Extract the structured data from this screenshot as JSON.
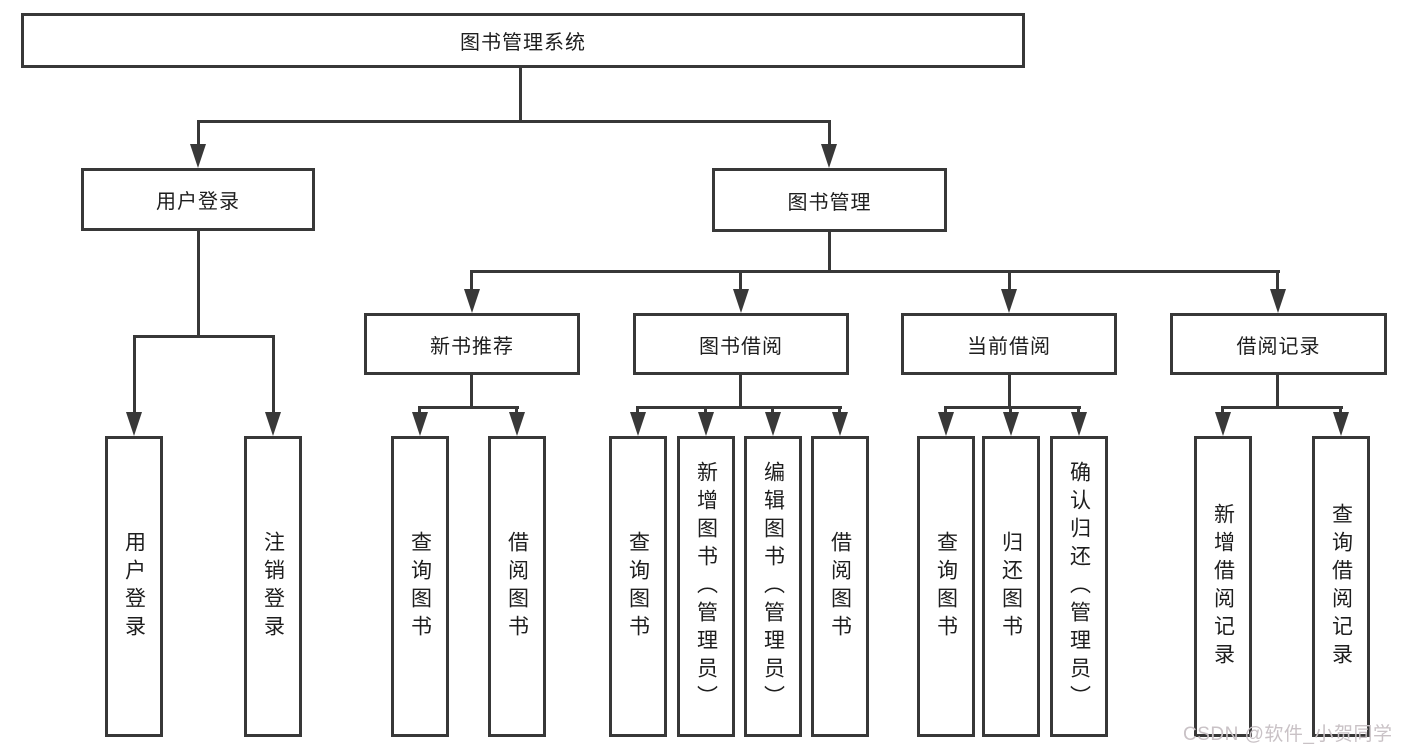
{
  "colors": {
    "line": "#383838",
    "text": "#1e1e1e",
    "watermark": "#c9c2c6",
    "background": "#ffffff"
  },
  "watermark": {
    "text": "CSDN @软件_小贺同学"
  },
  "tree": {
    "root": "图书管理系统",
    "children": [
      {
        "label": "用户登录",
        "children": [
          "用户登录",
          "注销登录"
        ]
      },
      {
        "label": "图书管理",
        "children": [
          {
            "label": "新书推荐",
            "children": [
              "查询图书",
              "借阅图书"
            ]
          },
          {
            "label": "图书借阅",
            "children": [
              "查询图书",
              "新增图书（管理员）",
              "编辑图书（管理员）",
              "借阅图书"
            ]
          },
          {
            "label": "当前借阅",
            "children": [
              "查询图书",
              "归还图书",
              "确认归还（管理员）"
            ]
          },
          {
            "label": "借阅记录",
            "children": [
              "新增借阅记录",
              "查询借阅记录"
            ]
          }
        ]
      }
    ]
  }
}
